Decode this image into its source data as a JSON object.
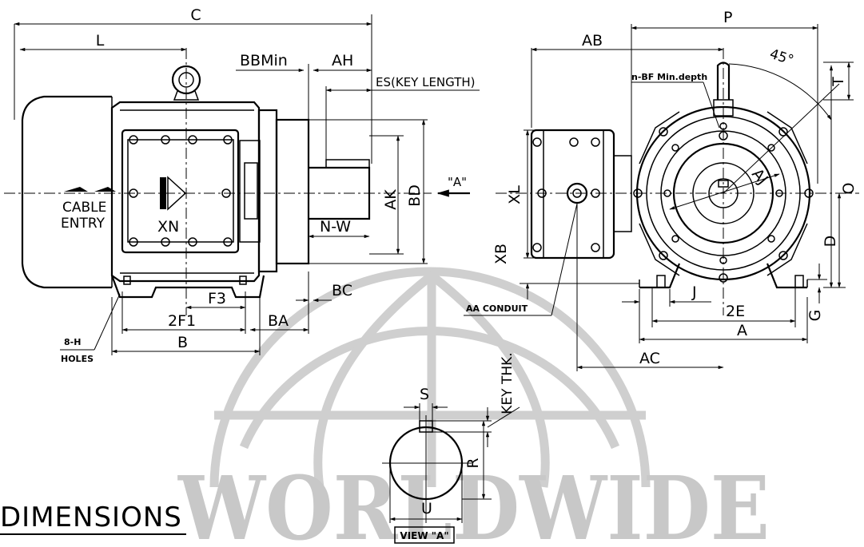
{
  "title": "DIMENSIONS",
  "watermark": "WORLDWIDE",
  "side_view": {
    "labels": {
      "c": "C",
      "l": "L",
      "bbmin": "BBMin",
      "ah": "AH",
      "es": "ES(KEY LENGTH)",
      "ak": "AK",
      "bd": "BD",
      "arrow_a": "\"A\"",
      "cable_entry_1": "CABLE",
      "cable_entry_2": "ENTRY",
      "xn": "XN",
      "nw": "N-W",
      "f3": "F3",
      "bc": "BC",
      "f1": "2F1",
      "ba": "BA",
      "b": "B",
      "holes_count": "8-H",
      "holes": "HOLES"
    }
  },
  "end_view": {
    "labels": {
      "ab": "AB",
      "p": "P",
      "angle": "45°",
      "bf": "n-BF Min.depth",
      "t": "T",
      "aj": "AJ",
      "o": "O",
      "xl": "XL",
      "xb": "XB",
      "d": "D",
      "j": "J",
      "e2": "2E",
      "g": "G",
      "a": "A",
      "aa": "AA CONDUIT",
      "ac": "AC"
    }
  },
  "key_view": {
    "labels": {
      "s": "S",
      "key_thk": "KEY THK.",
      "r": "R",
      "u": "U",
      "view": "VIEW \"A\""
    }
  },
  "colors": {
    "line": "#000000",
    "watermark": "#cfcfcf"
  }
}
